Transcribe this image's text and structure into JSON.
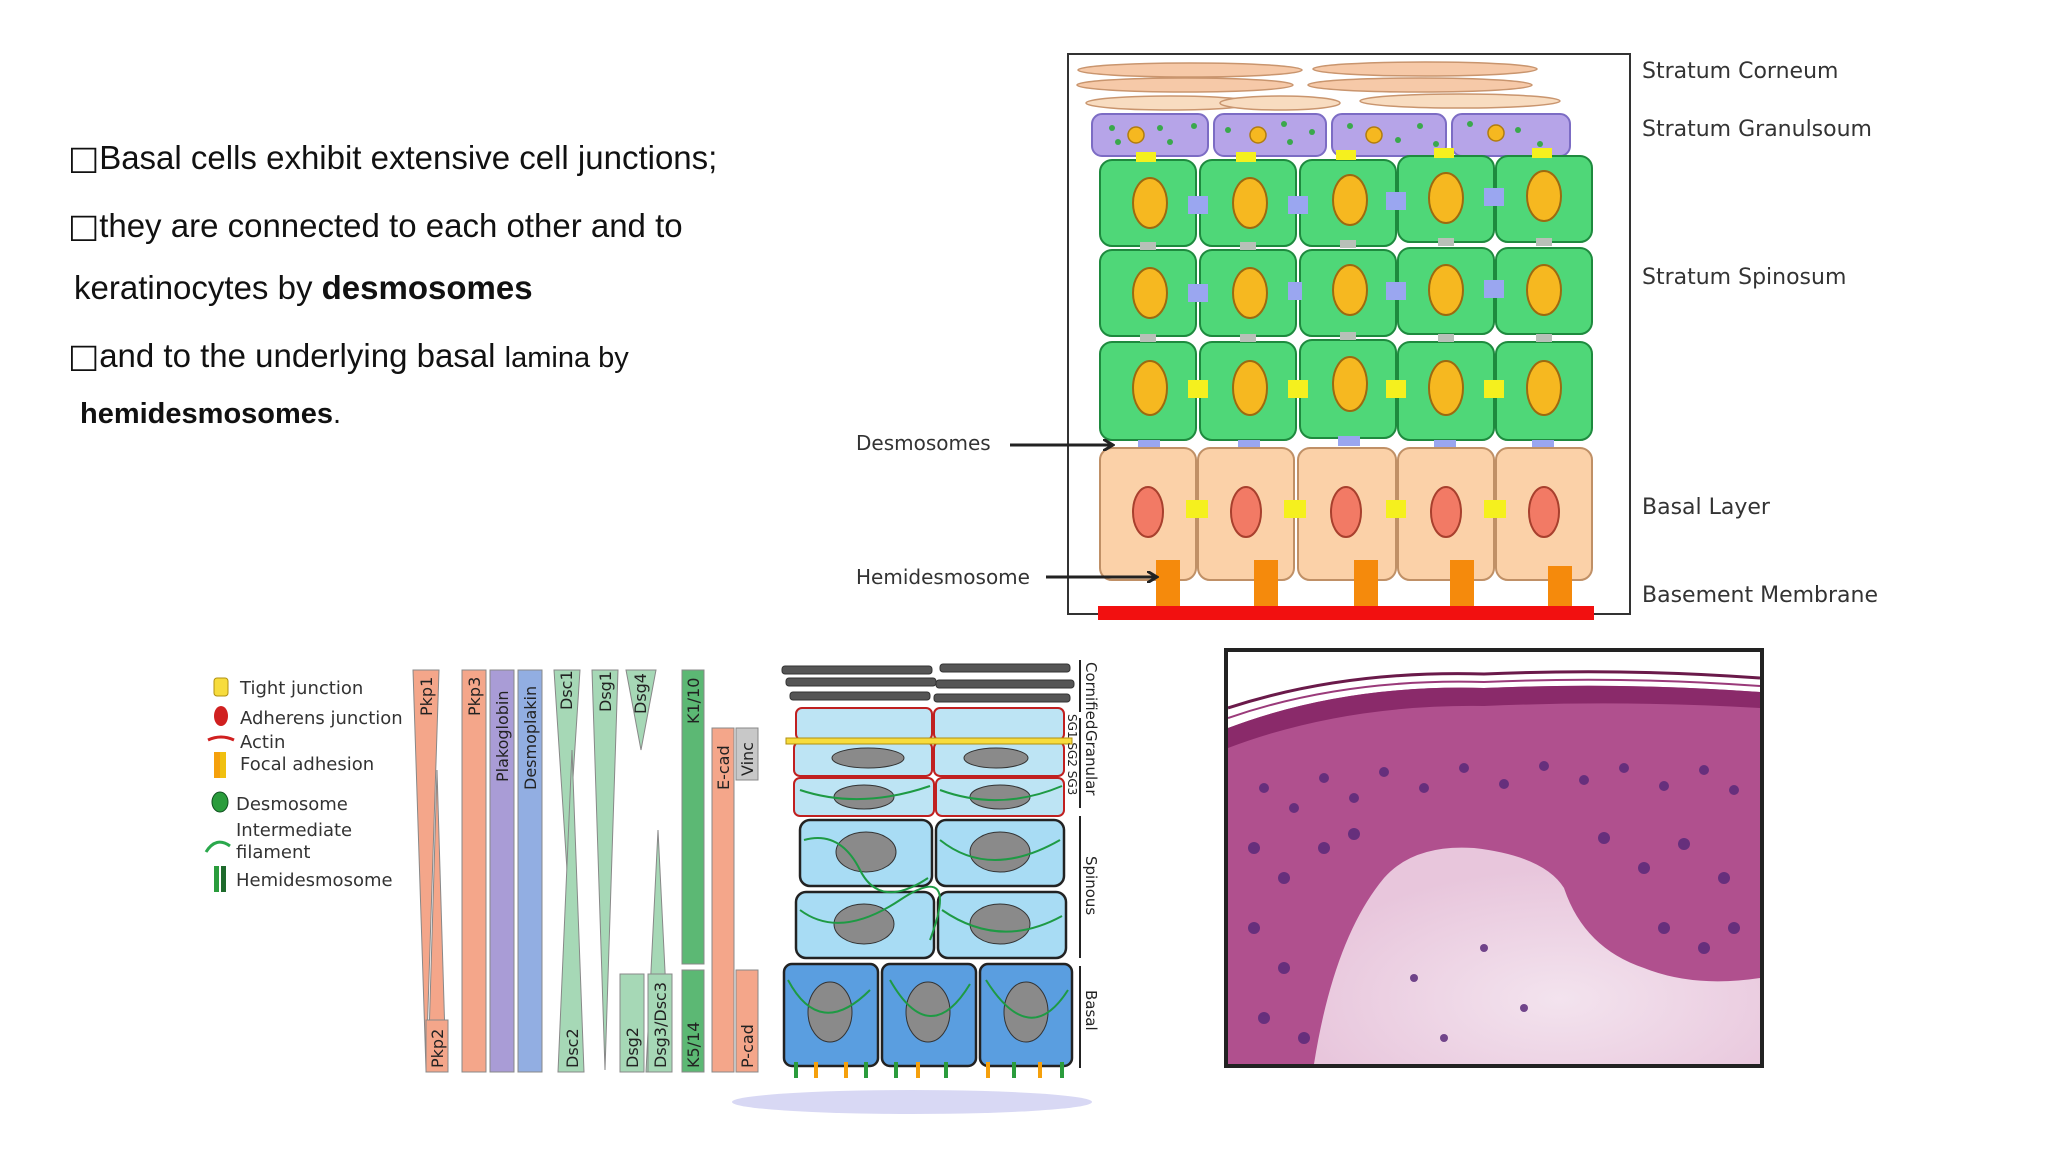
{
  "slide": {
    "bullets": [
      {
        "box": "□",
        "text": "Basal cells exhibit extensive  cell junctions;"
      },
      {
        "box": "□",
        "text": "they are connected to each  other and to"
      },
      {
        "indent": " keratinocytes by ",
        "bold": "desmosomes"
      },
      {
        "box": "□",
        "text": "and to the underlying basal  ",
        "small": "lamina by"
      },
      {
        "bold": "hemidesmosomes",
        "after": "."
      }
    ]
  },
  "epidermis_diagram": {
    "layers": [
      "Stratum Corneum",
      "Stratum Granulsoum",
      "Stratum Spinosum",
      "Basal Layer",
      "Basement Membrane"
    ],
    "arrows": [
      "Desmosomes",
      "Hemidesmosome"
    ],
    "colors": {
      "corneum": "#f6c9a8",
      "granular": "#b6a4e8",
      "spinosum": "#4fd778",
      "spinosum_nucleus": "#f6b820",
      "basal": "#fbd1a8",
      "basal_nucleus": "#f27a65",
      "desmosome": "#9aa6f0",
      "tight_junction": "#f5f01e",
      "hemidesmosome": "#f58a0c",
      "membrane": "#f21010"
    }
  },
  "junction_diagram": {
    "legend": [
      "Tight junction",
      "Adherens junction",
      "Actin",
      "Focal adhesion",
      "Desmosome",
      "Intermediate",
      "filament",
      "Hemidesmosome"
    ],
    "bars": [
      "Pkp1",
      "Pkp2",
      "Pkp3",
      "Plakoglobin",
      "Desmoplakin",
      "Dsc1",
      "Dsc2",
      "Dsg1",
      "Dsg2",
      "Dsg4",
      "Dsg3/Dsc3",
      "K1/10",
      "K5/14",
      "E-cad",
      "P-cad",
      "Vinc"
    ],
    "layer_labels": [
      "Cornified",
      "Granular",
      "SG1 SG2 SG3",
      "Spinous",
      "Basal"
    ]
  }
}
